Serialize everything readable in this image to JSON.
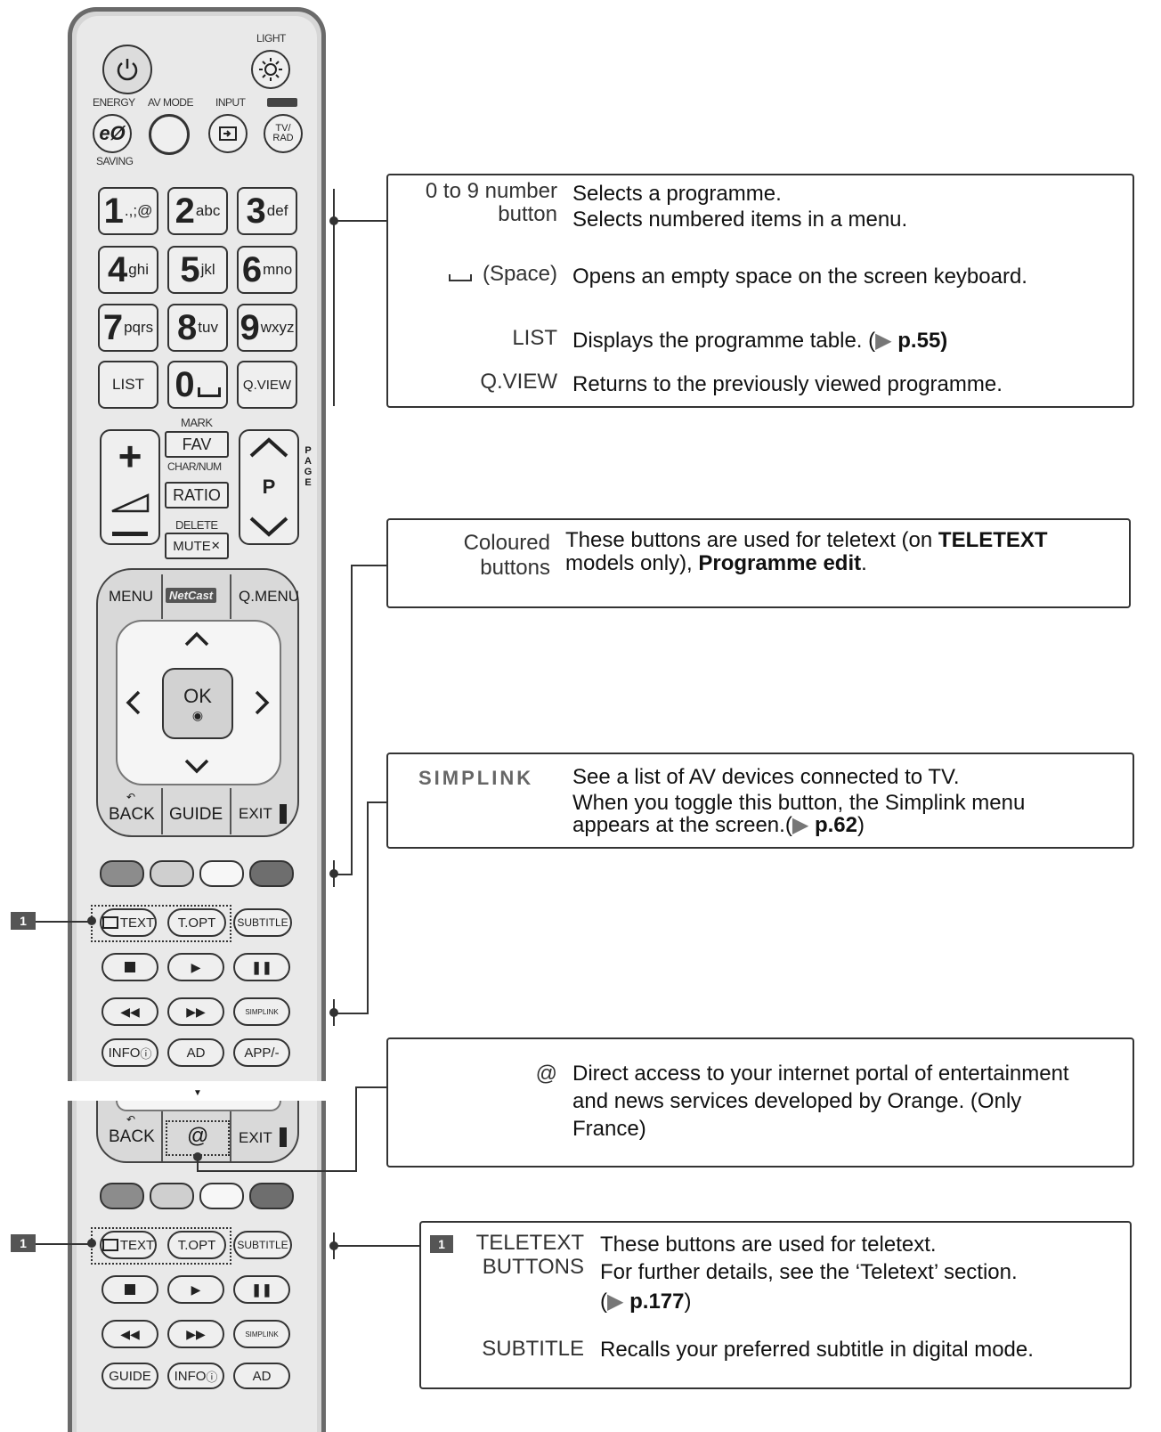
{
  "remote": {
    "top": {
      "light": "LIGHT",
      "energy": "ENERGY",
      "saving": "SAVING",
      "av_mode": "AV MODE",
      "input": "INPUT",
      "tv_rad": "TV/\nRAD"
    },
    "numbers": [
      {
        "digit": "1",
        "sub": ".,;@"
      },
      {
        "digit": "2",
        "sub": "abc"
      },
      {
        "digit": "3",
        "sub": "def"
      },
      {
        "digit": "4",
        "sub": "ghi"
      },
      {
        "digit": "5",
        "sub": "jkl"
      },
      {
        "digit": "6",
        "sub": "mno"
      },
      {
        "digit": "7",
        "sub": "pqrs"
      },
      {
        "digit": "8",
        "sub": "tuv"
      },
      {
        "digit": "9",
        "sub": "wxyz"
      }
    ],
    "list": "LIST",
    "zero": "0",
    "qview": "Q.VIEW",
    "mark": "MARK",
    "fav": "FAV",
    "charnum": "CHAR/NUM",
    "ratio": "RATIO",
    "delete": "DELETE",
    "mute": "MUTE",
    "p": "P",
    "page": "PAGE",
    "menu": "MENU",
    "netcast": "NetCast",
    "qmenu": "Q.MENU",
    "ok": "OK",
    "back": "BACK",
    "guide": "GUIDE",
    "exit": "EXIT",
    "at": "@",
    "text": "TEXT",
    "topt": "T.OPT",
    "subtitle": "SUBTITLE",
    "info": "INFO",
    "ad": "AD",
    "app": "APP/-",
    "simplink": "SIMPLINK",
    "colour_buttons": [
      "#8c8c8c",
      "#cfcfcf",
      "#f7f7f7",
      "#6e6e6e"
    ]
  },
  "markers": {
    "one": "1"
  },
  "boxes": {
    "numbers": {
      "term1": "0 to 9 number",
      "term2": "button",
      "desc1": "Selects a programme.",
      "desc2": "Selects numbered items in a menu.",
      "space_term": "(Space)",
      "space_desc": "Opens an empty space on the screen keyboard.",
      "list_term": "LIST",
      "list_desc": "Displays the programme table. (",
      "list_ref": "p.55)",
      "qview_term": "Q.VIEW",
      "qview_desc": "Returns to the previously viewed programme."
    },
    "coloured": {
      "term1": "Coloured",
      "term2": "buttons",
      "desc_a": "These buttons are used for teletext (on ",
      "desc_b": "TELETEXT",
      "desc_c": "models only), ",
      "desc_d": "Programme edit",
      "desc_e": "."
    },
    "simplink": {
      "term": "SIMPLINK",
      "desc1": "See a list of AV devices connected to TV.",
      "desc2": "When you toggle this button, the Simplink menu",
      "desc3": "appears at the screen.(",
      "ref": "p.62",
      "desc3_end": ")"
    },
    "at": {
      "term": "@",
      "desc1": "Direct access to your internet portal of entertainment",
      "desc2": "and news services developed by Orange. (Only",
      "desc3": "France)"
    },
    "teletext": {
      "marker": "1",
      "term1": "TELETEXT",
      "term2": "BUTTONS",
      "desc1": "These buttons are used for teletext.",
      "desc2": "For further details, see the ‘Teletext’ section.",
      "desc3a": "(",
      "ref": "p.177",
      "desc3b": ")",
      "sub_term": "SUBTITLE",
      "sub_desc": "Recalls your preferred subtitle in digital mode."
    }
  }
}
